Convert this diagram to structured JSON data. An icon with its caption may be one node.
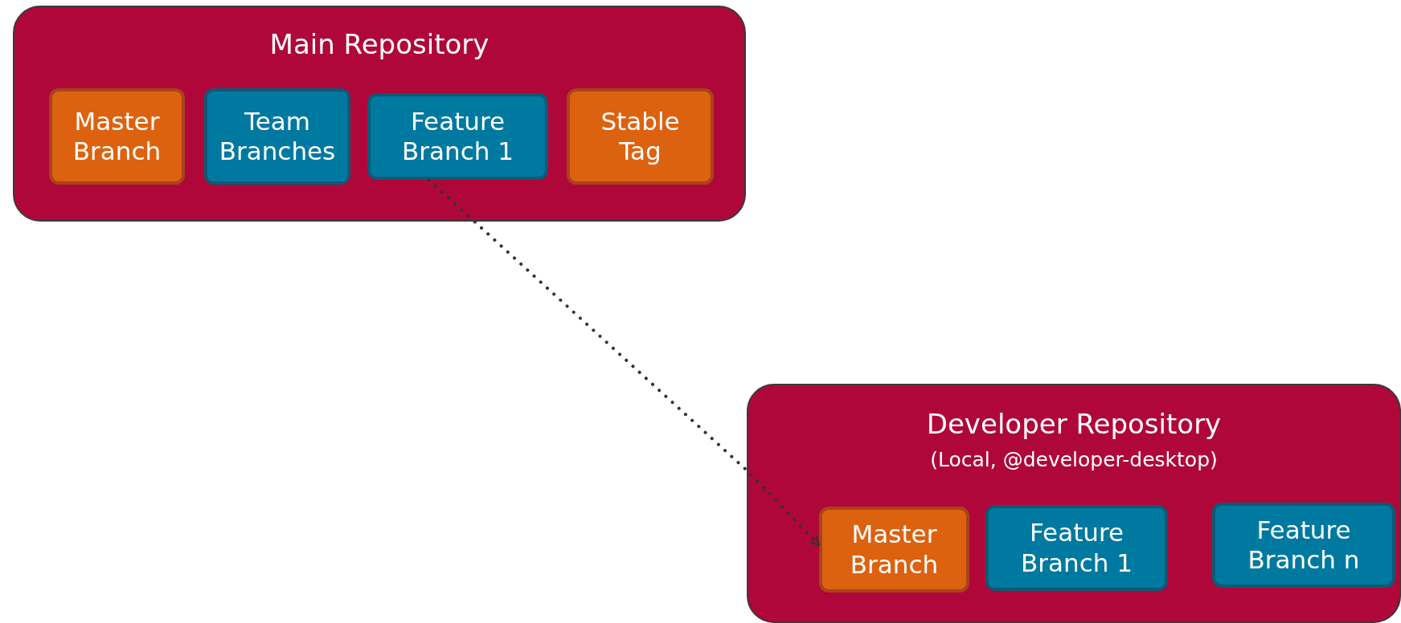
{
  "diagram": {
    "nodes": [
      {
        "text": [
          "Main Repository"
        ]
      },
      {
        "text": [
          "Master Branch"
        ],
        "in": 0
      },
      {
        "text": [
          "Team Branches"
        ],
        "in": 0
      },
      {
        "text": [
          "Feature Branch 1"
        ],
        "in": 0
      },
      {
        "text": [
          "Stable Tag"
        ],
        "in": 0
      },
      {
        "text": [
          "Developer Repository",
          "(Local, @developer-desktop)"
        ]
      },
      {
        "text": [
          "Master Branch"
        ],
        "in": 5
      },
      {
        "text": [
          "Feature Branch 1"
        ],
        "in": 5
      },
      {
        "text": [
          "Feature Branch n"
        ],
        "in": 5
      }
    ],
    "edges": [
      {
        "from": 3,
        "to": 6,
        "arrow": "to",
        "style": "dashed"
      }
    ]
  }
}
